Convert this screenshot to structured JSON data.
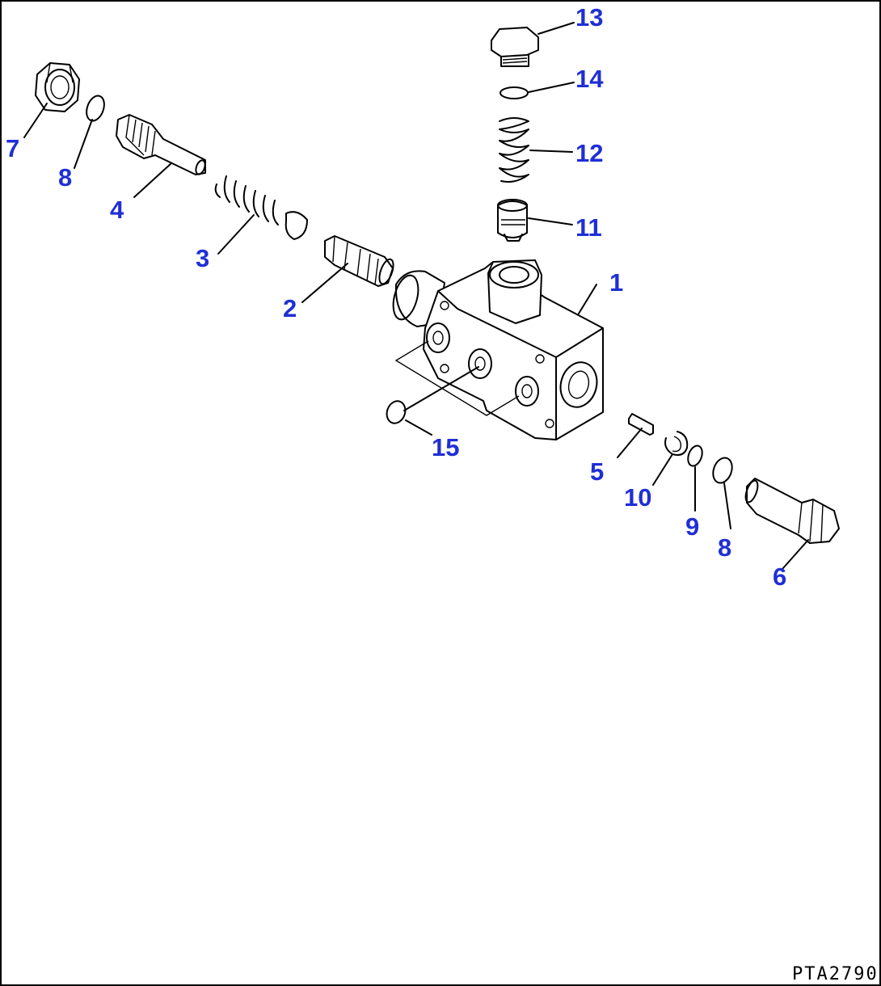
{
  "drawing": {
    "reference": "PTA2790",
    "callouts": [
      "1",
      "2",
      "3",
      "4",
      "5",
      "6",
      "7",
      "8",
      "8",
      "9",
      "10",
      "11",
      "12",
      "13",
      "14",
      "15"
    ]
  },
  "colors": {
    "callout": "#1f2fd6",
    "line": "#000000",
    "background": "#ffffff"
  }
}
